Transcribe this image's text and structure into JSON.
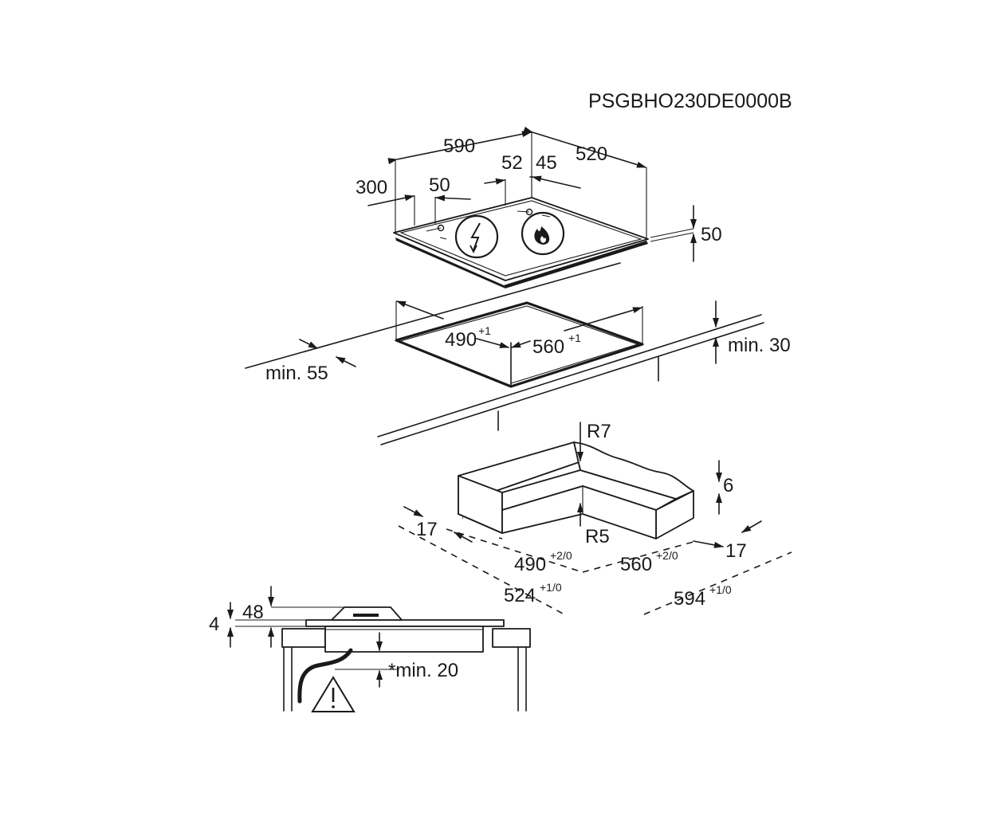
{
  "model_code": "PSGBHO230DE0000B",
  "hob": {
    "width": "590",
    "depth": "520",
    "gas_offset_a": "52",
    "gas_offset_b": "45",
    "elec_offset": "300",
    "elec_offset_b": "50",
    "height": "50",
    "icons": [
      "electric-connection-icon",
      "gas-connection-icon"
    ]
  },
  "cutout": {
    "depth": "490",
    "depth_tol": "+1",
    "width": "560",
    "width_tol": "+1",
    "front_min": "min. 55",
    "wall_min": "min. 30"
  },
  "frame": {
    "radius_outer": "R7",
    "radius_inner": "R5",
    "recess": "6",
    "rim_left": "17",
    "rim_right": "17",
    "inner_depth": "490",
    "inner_depth_tol": "+2/0",
    "inner_width": "560",
    "inner_width_tol": "+2/0",
    "outer_depth": "524",
    "outer_depth_tol": "+1/0",
    "outer_width": "594",
    "outer_width_tol": "+1/0"
  },
  "section": {
    "height_total": "48",
    "glass_thickness": "4",
    "clearance": "*min. 20",
    "warning_icon": "warning-triangle-icon"
  }
}
